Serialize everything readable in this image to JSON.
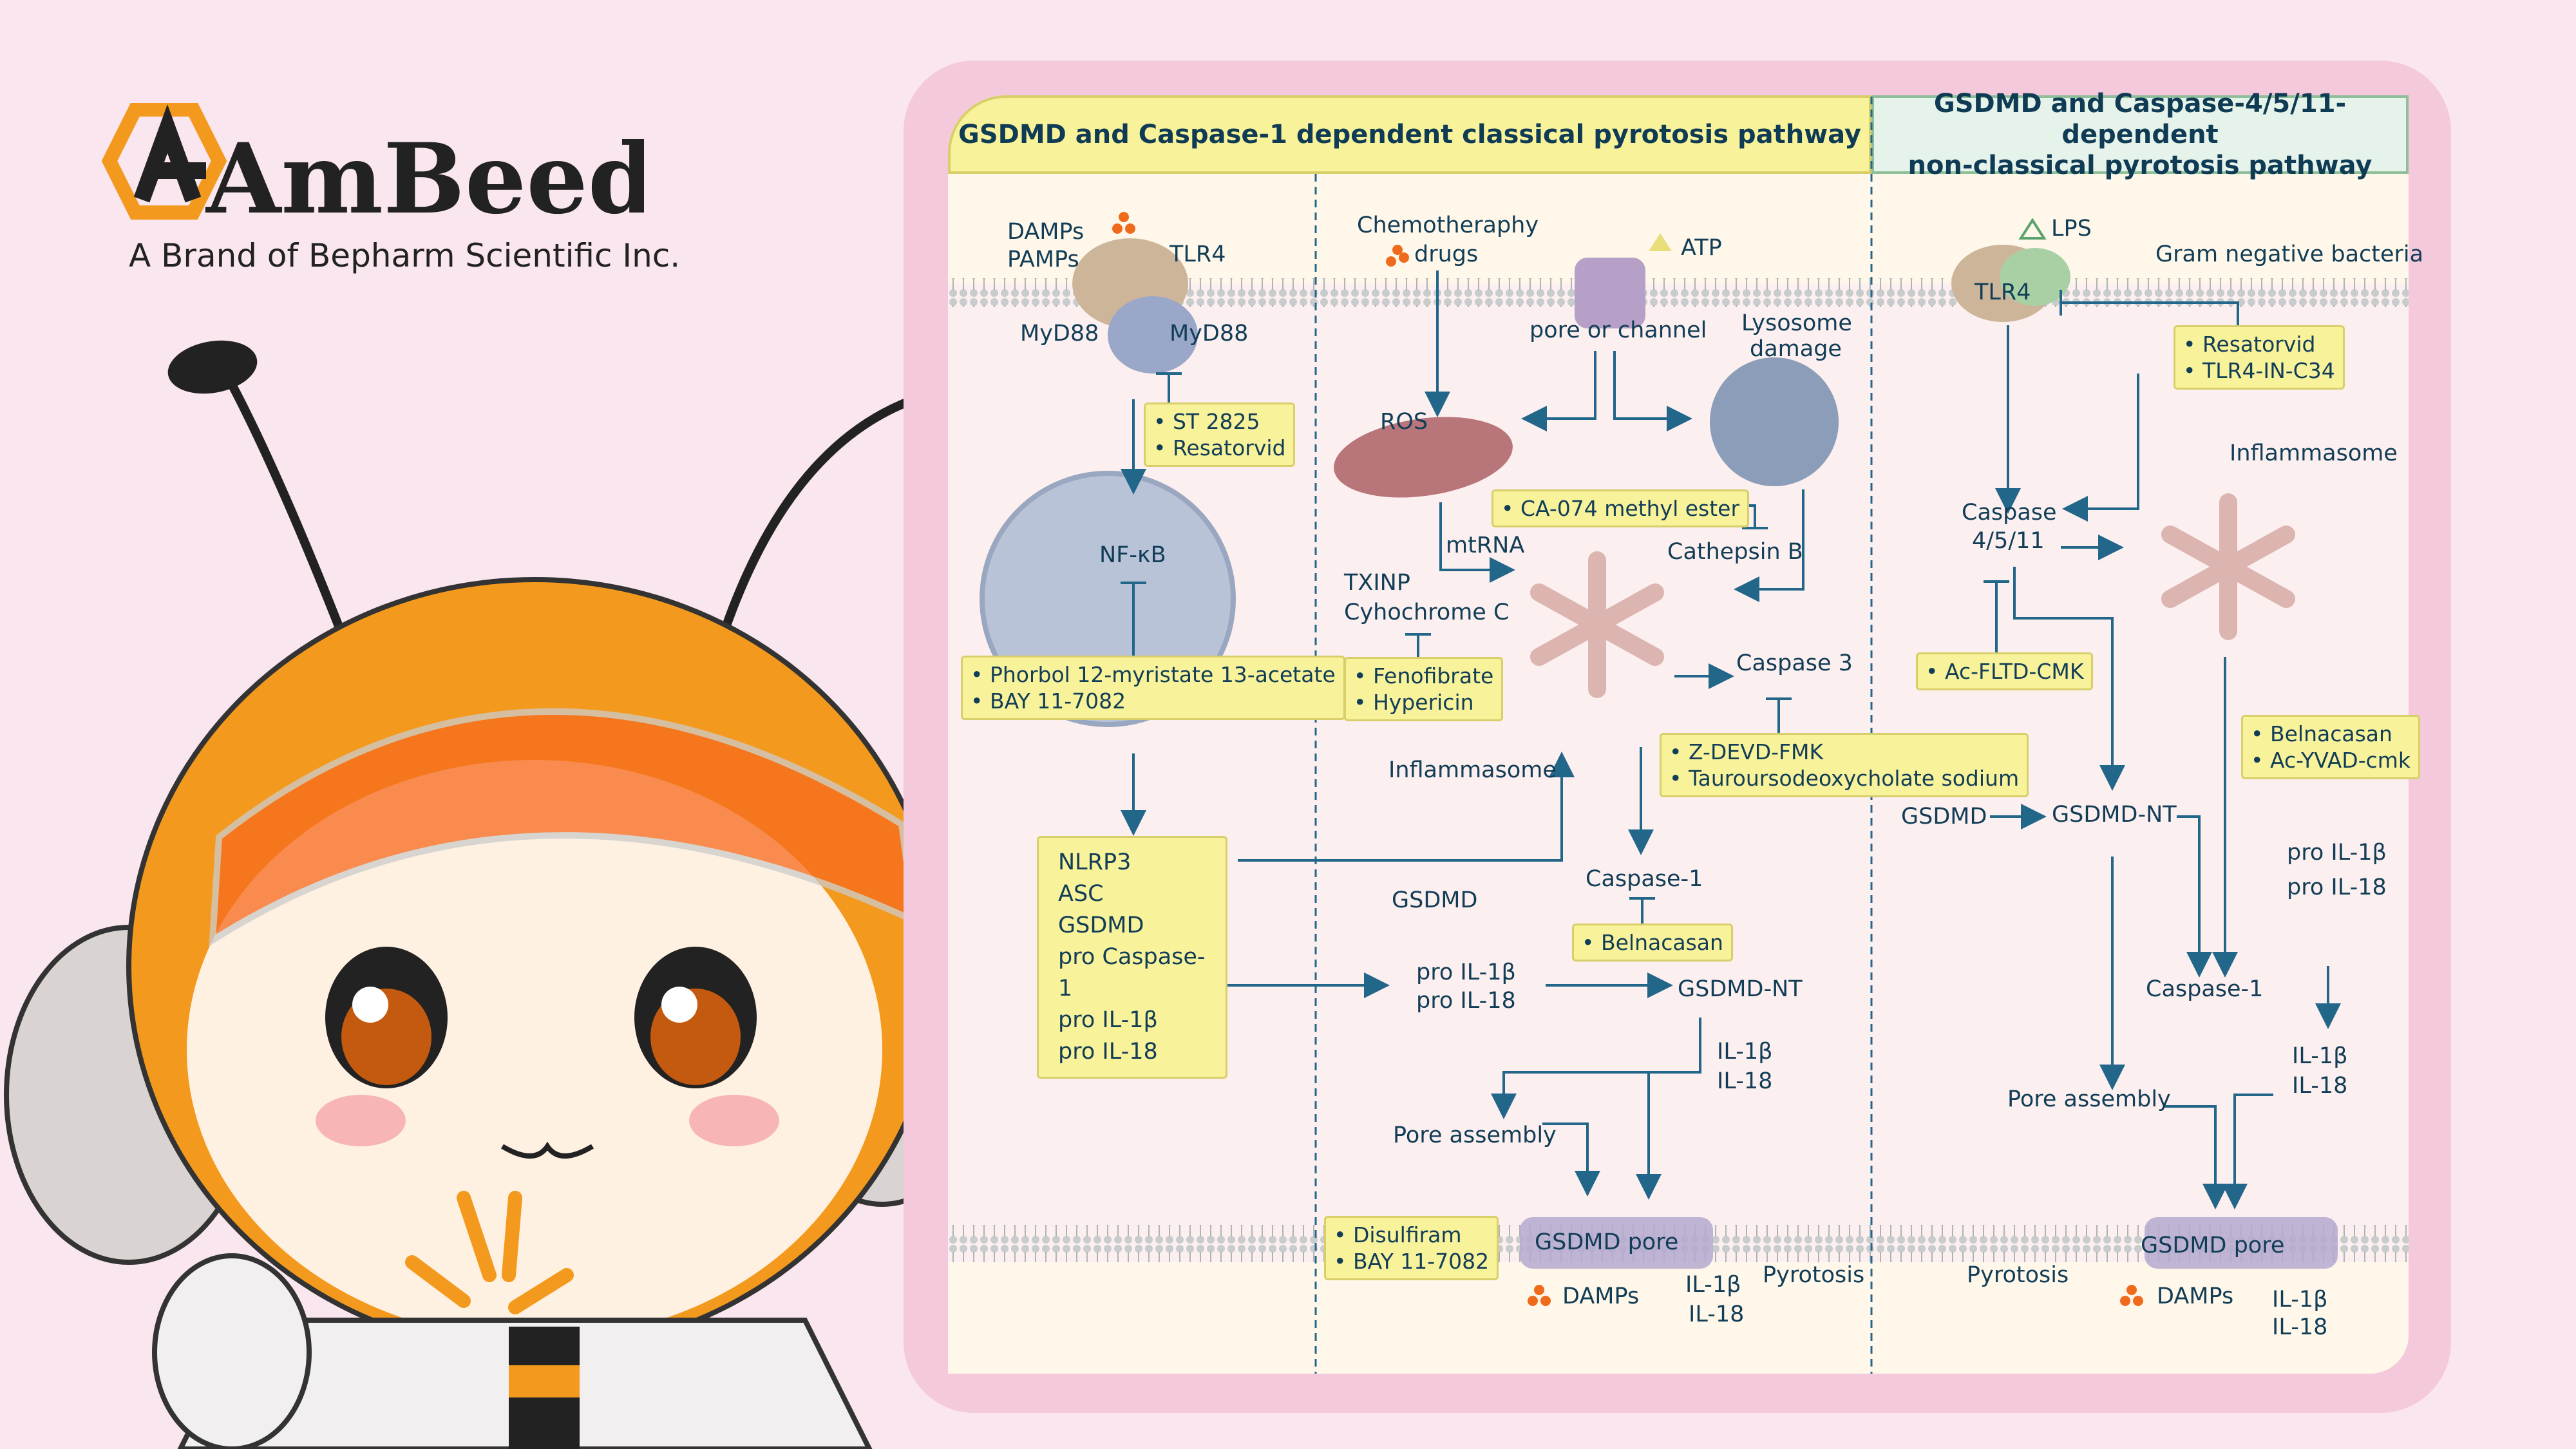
{
  "brand": {
    "name": "AmBeed",
    "tagline": "A Brand of Bepharm Scientific Inc.",
    "colors": {
      "orange": "#f39a1e",
      "dark": "#222222"
    }
  },
  "headers": {
    "classical": "GSDMD and Caspase-1 dependent classical pyrotosis pathway",
    "nonclassical_line1": "GSDMD and Caspase-4/5/11-dependent",
    "nonclassical_line2": "non-classical pyrotosis pathway"
  },
  "left": {
    "damps": "DAMPs",
    "pamps": "PAMPs",
    "tlr4": "TLR4",
    "myd88_a": "MyD88",
    "myd88_b": "MyD88",
    "box1": [
      "ST 2825",
      "Resatorvid"
    ],
    "nfkb": "NF-κB",
    "box2": [
      "Phorbol 12-myristate 13-acetate",
      "BAY 11-7082"
    ],
    "nlrp3_list": [
      "NLRP3",
      "ASC",
      "GSDMD",
      "pro Caspase-1",
      "pro IL-1β",
      "pro IL-18"
    ]
  },
  "middle": {
    "chemo": "Chemotheraphy",
    "drugs": "drugs",
    "atp": "ATP",
    "pore": "pore or channel",
    "lyso1": "Lysosome",
    "lyso2": "damage",
    "ros": "ROS",
    "box_ca": [
      "CA-074 methyl ester"
    ],
    "mtrna": "mtRNA",
    "cathepsin": "Cathepsin B",
    "txinp": "TXINP",
    "cyto": "Cyhochrome C",
    "box_feno": [
      "Fenofibrate",
      "Hypericin"
    ],
    "casp3": "Caspase 3",
    "box_zdevd": [
      "Z-DEVD-FMK",
      "Tauroursodeoxycholate sodium"
    ],
    "inflammasome": "Inflammasome",
    "casp1": "Caspase-1",
    "box_bel": [
      "Belnacasan"
    ],
    "gsdmd": "GSDMD",
    "pro_il1b": "pro IL-1β",
    "pro_il18": "pro IL-18",
    "gsdmd_nt": "GSDMD-NT",
    "il1b": "IL-1β",
    "il18": "IL-18",
    "pore_assembly": "Pore assembly",
    "box_disul": [
      "Disulfiram",
      "BAY 11-7082"
    ],
    "gsdmd_pore": "GSDMD pore",
    "damps": "DAMPs",
    "il1b_out": "IL-1β",
    "il18_out": "IL-18",
    "pyrotosis": "Pyrotosis"
  },
  "right": {
    "lps": "LPS",
    "bacteria": "Gram negative bacteria",
    "tlr4": "TLR4",
    "box_resa": [
      "Resatorvid",
      "TLR4-IN-C34"
    ],
    "inflammasome": "Inflammasome",
    "casp_a": "Caspase",
    "casp_b": "4/5/11",
    "box_fltd": [
      "Ac-FLTD-CMK"
    ],
    "box_bel": [
      "Belnacasan",
      "Ac-YVAD-cmk"
    ],
    "gsdmd": "GSDMD",
    "gsdmd_nt": "GSDMD-NT",
    "pro_il1b": "pro IL-1β",
    "pro_il18": "pro IL-18",
    "casp1": "Caspase-1",
    "il1b": "IL-1β",
    "il18": "IL-18",
    "pore_assembly": "Pore assembly",
    "gsdmd_pore": "GSDMD pore",
    "pyrotosis": "Pyrotosis",
    "damps": "DAMPs",
    "il1b_out": "IL-1β",
    "il18_out": "IL-18"
  }
}
